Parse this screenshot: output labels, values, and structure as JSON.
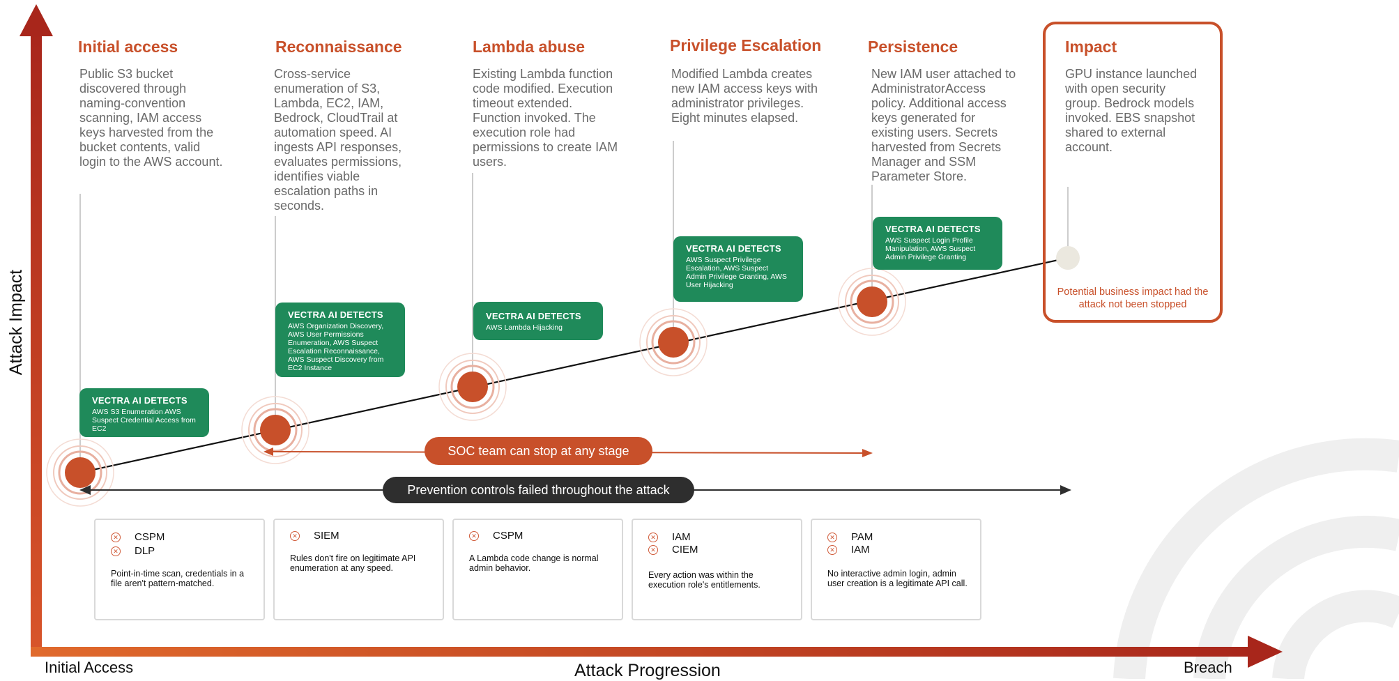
{
  "axes": {
    "y_label": "Attack Impact",
    "x_label": "Attack Progression",
    "x_start": "Initial Access",
    "x_end": "Breach"
  },
  "stages": [
    {
      "title": "Initial access",
      "description": "Public S3 bucket discovered through naming-convention scanning, IAM access keys harvested from the bucket contents, valid login to the AWS account.",
      "detect_header": "VECTRA AI DETECTS",
      "detect_body": "AWS S3 Enumeration AWS Suspect Credential Access from EC2"
    },
    {
      "title": "Reconnaissance",
      "description": "Cross-service enumeration of S3, Lambda, EC2, IAM, Bedrock, CloudTrail at automation speed. AI ingests API responses, evaluates permissions, identifies viable escalation paths in seconds.",
      "detect_header": "VECTRA AI DETECTS",
      "detect_body": "AWS Organization Discovery, AWS User Permissions Enumeration, AWS Suspect Escalation Reconnaissance, AWS Suspect Discovery from EC2 Instance"
    },
    {
      "title": "Lambda abuse",
      "description": "Existing Lambda function code modified. Execution timeout extended. Function invoked. The execution role had permissions to create IAM users.",
      "detect_header": "VECTRA AI DETECTS",
      "detect_body": "AWS Lambda Hijacking"
    },
    {
      "title": "Privilege Escalation",
      "description": "Modified Lambda creates new IAM access keys with administrator privileges. Eight minutes elapsed.",
      "detect_header": "VECTRA AI DETECTS",
      "detect_body": "AWS Suspect Privilege Escalation, AWS Suspect Admin Privilege Granting, AWS User Hijacking"
    },
    {
      "title": "Persistence",
      "description": "New IAM user attached to AdministratorAccess policy. Additional access keys generated for existing users. Secrets harvested from Secrets Manager and SSM Parameter Store.",
      "detect_header": "VECTRA AI DETECTS",
      "detect_body": "AWS Suspect Login Profile Manipulation, AWS Suspect Admin Privilege Granting"
    },
    {
      "title": "Impact",
      "description": "GPU instance launched with open security group. Bedrock models invoked. EBS snapshot shared to external account.",
      "impact_note": "Potential business impact had the attack not been stopped"
    }
  ],
  "soc_label": "SOC team can stop at any stage",
  "prevention_label": "Prevention controls failed throughout the attack",
  "failed_controls": [
    {
      "tools": [
        "CSPM",
        "DLP"
      ],
      "note": "Point-in-time scan, credentials in a file aren't pattern-matched."
    },
    {
      "tools": [
        "SIEM"
      ],
      "note": "Rules don't fire on legitimate API enumeration at any speed."
    },
    {
      "tools": [
        "CSPM"
      ],
      "note": "A Lambda code change is normal admin behavior."
    },
    {
      "tools": [
        "IAM",
        "CIEM"
      ],
      "note": "Every action was within the execution role's entitlements."
    },
    {
      "tools": [
        "PAM",
        "IAM"
      ],
      "note": "No interactive admin login, admin user creation is a legitimate API call."
    }
  ],
  "colors": {
    "accent": "#c8502a",
    "detect_green": "#1f8a5a",
    "dark_pill": "#2e2e2e",
    "axis_dark": "#a8261b",
    "axis_light": "#e06a2c"
  },
  "icons": [
    "x-circle-icon",
    "logo-watermark-icon"
  ]
}
